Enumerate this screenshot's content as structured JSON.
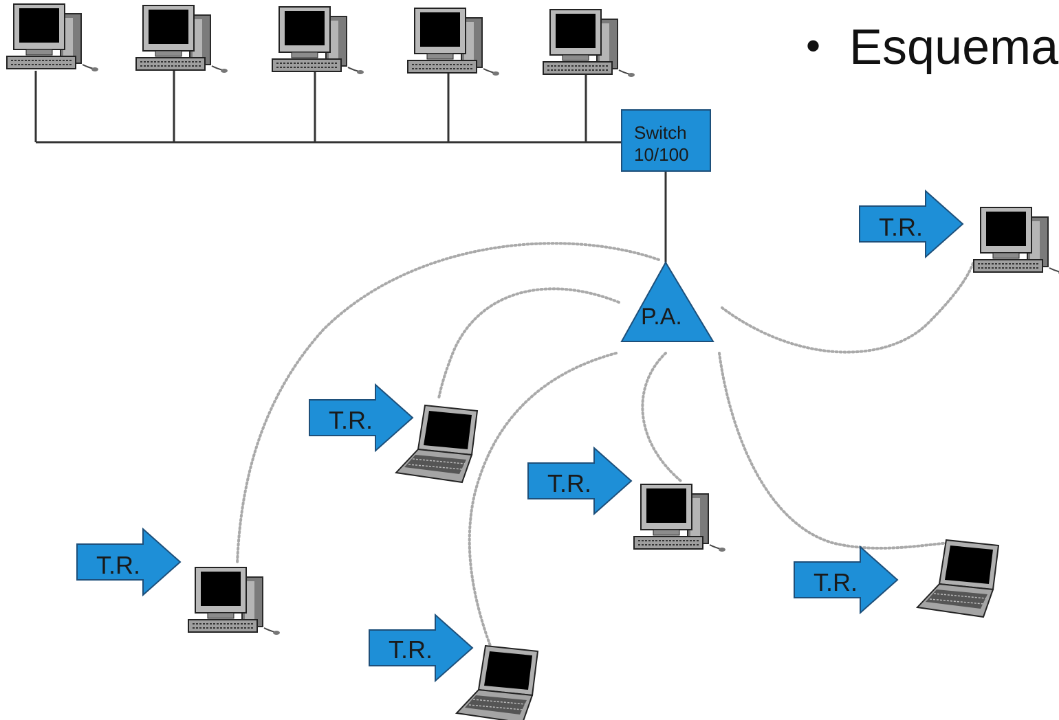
{
  "bullet": {
    "text": "Esquema"
  },
  "colors": {
    "device_blue": "#1e8fd7",
    "outline": "#1d4f7a",
    "cable": "#333333",
    "wireless_link": "#a9a9a9"
  },
  "switch": {
    "line1": "Switch",
    "line2": "10/100"
  },
  "access_point": {
    "label": "P.A."
  },
  "wired_hosts": [
    {
      "icon": "desktop-computer-icon"
    },
    {
      "icon": "desktop-computer-icon"
    },
    {
      "icon": "desktop-computer-icon"
    },
    {
      "icon": "desktop-computer-icon"
    },
    {
      "icon": "desktop-computer-icon"
    }
  ],
  "wireless_clients": [
    {
      "tag": "T.R.",
      "device": "desktop-computer-icon"
    },
    {
      "tag": "T.R.",
      "device": "laptop-icon"
    },
    {
      "tag": "T.R.",
      "device": "desktop-computer-icon"
    },
    {
      "tag": "T.R.",
      "device": "desktop-computer-icon"
    },
    {
      "tag": "T.R.",
      "device": "laptop-icon"
    },
    {
      "tag": "T.R.",
      "device": "laptop-icon"
    }
  ]
}
